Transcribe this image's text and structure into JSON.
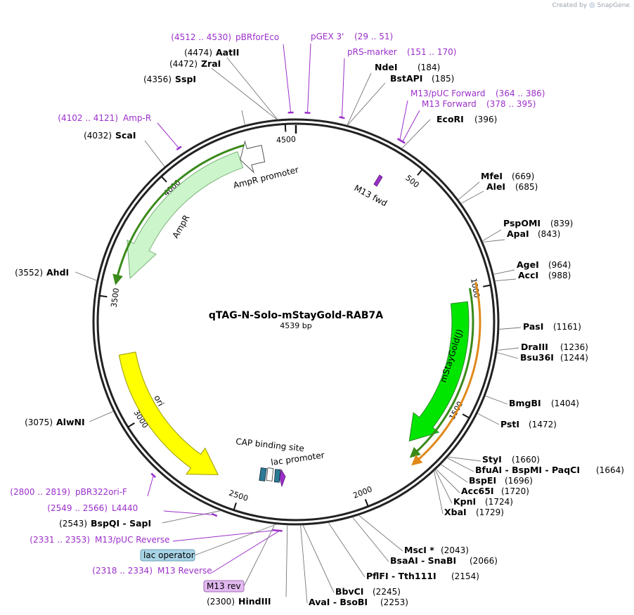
{
  "credit": {
    "prefix": "Created by",
    "brand": "SnapGene"
  },
  "plasmid": {
    "name": "qTAG-N-Solo-mStayGold-RAB7A",
    "size_label": "4539 bp",
    "length": 4539
  },
  "ruler": [
    {
      "bp": 500,
      "label": "500"
    },
    {
      "bp": 1000,
      "label": "1000"
    },
    {
      "bp": 1500,
      "label": "1500"
    },
    {
      "bp": 2000,
      "label": "2000"
    },
    {
      "bp": 2500,
      "label": "2500"
    },
    {
      "bp": 3000,
      "label": "3000"
    },
    {
      "bp": 3500,
      "label": "3500"
    },
    {
      "bp": 4000,
      "label": "4000"
    },
    {
      "bp": 4500,
      "label": "4500"
    }
  ],
  "enzymes": [
    {
      "bp": 4474,
      "name": "AatII",
      "pos": "(4474)"
    },
    {
      "bp": 4472,
      "name": "ZraI",
      "pos": "(4472)"
    },
    {
      "bp": 4356,
      "name": "SspI",
      "pos": "(4356)"
    },
    {
      "bp": 4032,
      "name": "ScaI",
      "pos": "(4032)"
    },
    {
      "bp": 3552,
      "name": "AhdI",
      "pos": "(3552)"
    },
    {
      "bp": 3075,
      "name": "AlwNI",
      "pos": "(3075)"
    },
    {
      "bp": 2543,
      "name": "BspQI  -  SapI",
      "pos": "(2543)"
    },
    {
      "bp": 2300,
      "name": "HindIII",
      "pos": "(2300)"
    },
    {
      "bp": 184,
      "name": "NdeI",
      "pos": "(184)"
    },
    {
      "bp": 185,
      "name": "BstAPI",
      "pos": "(185)"
    },
    {
      "bp": 396,
      "name": "EcoRI",
      "pos": "(396)"
    },
    {
      "bp": 669,
      "name": "MfeI",
      "pos": "(669)"
    },
    {
      "bp": 685,
      "name": "AleI",
      "pos": "(685)"
    },
    {
      "bp": 839,
      "name": "PspOMI",
      "pos": "(839)"
    },
    {
      "bp": 843,
      "name": "ApaI",
      "pos": "(843)"
    },
    {
      "bp": 964,
      "name": "AgeI",
      "pos": "(964)"
    },
    {
      "bp": 988,
      "name": "AccI",
      "pos": "(988)"
    },
    {
      "bp": 1161,
      "name": "PasI",
      "pos": "(1161)"
    },
    {
      "bp": 1236,
      "name": "DraIII",
      "pos": "(1236)"
    },
    {
      "bp": 1244,
      "name": "Bsu36I",
      "pos": "(1244)"
    },
    {
      "bp": 1404,
      "name": "BmgBI",
      "pos": "(1404)"
    },
    {
      "bp": 1472,
      "name": "PstI",
      "pos": "(1472)"
    },
    {
      "bp": 1660,
      "name": "StyI",
      "pos": "(1660)"
    },
    {
      "bp": 1664,
      "name": "BfuAI  -  BspMI  -  PaqCI",
      "pos": "(1664)"
    },
    {
      "bp": 1696,
      "name": "BspEI",
      "pos": "(1696)"
    },
    {
      "bp": 1720,
      "name": "Acc65I",
      "pos": "(1720)"
    },
    {
      "bp": 1724,
      "name": "KpnI",
      "pos": "(1724)"
    },
    {
      "bp": 1729,
      "name": "XbaI",
      "pos": "(1729)"
    },
    {
      "bp": 2043,
      "name": "MscI *",
      "pos": "(2043)"
    },
    {
      "bp": 2066,
      "name": "BsaAI  -  SnaBI",
      "pos": "(2066)"
    },
    {
      "bp": 2154,
      "name": "PflFI  -  Tth111I",
      "pos": "(2154)"
    },
    {
      "bp": 2245,
      "name": "BbvCI",
      "pos": "(2245)"
    },
    {
      "bp": 2253,
      "name": "AvaI  -  BsoBI",
      "pos": "(2253)"
    }
  ],
  "primers": [
    {
      "bp": 4521,
      "name": "pBRforEco",
      "range": "(4512 .. 4530)"
    },
    {
      "bp": 40,
      "name": "pGEX 3'",
      "range": "(29 .. 51)"
    },
    {
      "bp": 160,
      "name": "pRS-marker",
      "range": "(151 .. 170)"
    },
    {
      "bp": 375,
      "name": "M13/pUC Forward",
      "range": "(364 .. 386)"
    },
    {
      "bp": 386,
      "name": "M13 Forward",
      "range": "(378 .. 395)"
    },
    {
      "bp": 4111,
      "name": "Amp-R",
      "range": "(4102 .. 4121)"
    },
    {
      "bp": 2810,
      "name": "pBR322ori-F",
      "range": "(2800 .. 2819)"
    },
    {
      "bp": 2558,
      "name": "L4440",
      "range": "(2549 .. 2566)"
    },
    {
      "bp": 2342,
      "name": "M13/pUC Reverse",
      "range": "(2331 .. 2353)"
    },
    {
      "bp": 2326,
      "name": "M13 Reverse",
      "range": "(2318 .. 2334)"
    }
  ],
  "features": {
    "ampr": "AmpR",
    "ampr_promoter": "AmpR promoter",
    "ori": "ori",
    "mstaygold": "mStayGold(J)",
    "m13fwd": "M13 fwd",
    "cap": "CAP binding site",
    "lac_promoter": "lac promoter",
    "lac_operator": "lac operator",
    "m13rev": "M13 rev"
  },
  "colors": {
    "primer": "#9b2fc9",
    "ampr": "#ccf5cc",
    "ori": "#ffff00",
    "mstaygold": "#00e600",
    "orf_green": "#3a8a1a",
    "orf_orange": "#e0881a",
    "lac_operator_bg": "#a8d4e6",
    "m13rev_bg": "#e2b8f0",
    "cap_bg": "#2b7a96"
  }
}
